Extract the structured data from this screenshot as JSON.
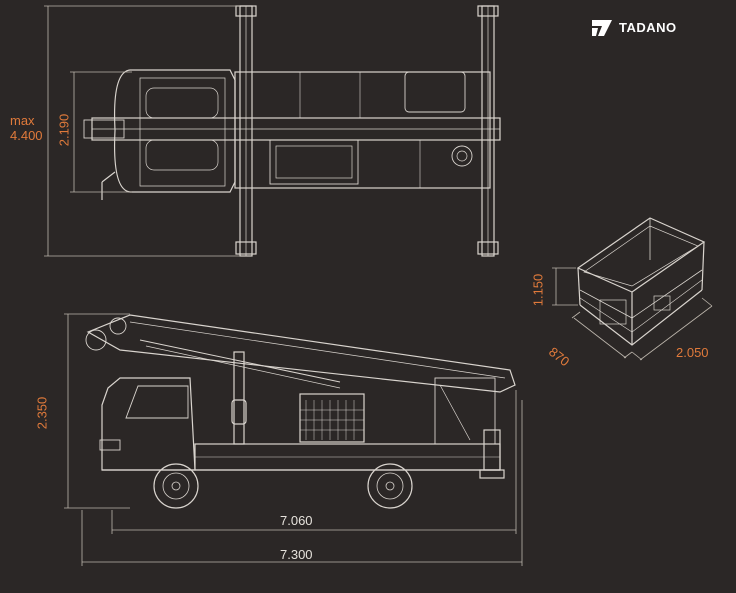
{
  "brand": {
    "name": "TADANO",
    "logo_icon": "tadano-logo-icon",
    "logo_color": "#ffffff"
  },
  "colors": {
    "background": "#2b2726",
    "lines": "#d9d4ce",
    "dimension_text": "#e07a3b",
    "dimension_text_white": "#e6e2dc"
  },
  "dimensions": {
    "top_width": "2.190",
    "max_width_label": "max",
    "max_width_value": "4.400",
    "side_height": "2.350",
    "wheelbase_length": "7.060",
    "overall_length": "7.300",
    "basket_height": "1.150",
    "basket_depth": "870",
    "basket_width": "2.050"
  }
}
